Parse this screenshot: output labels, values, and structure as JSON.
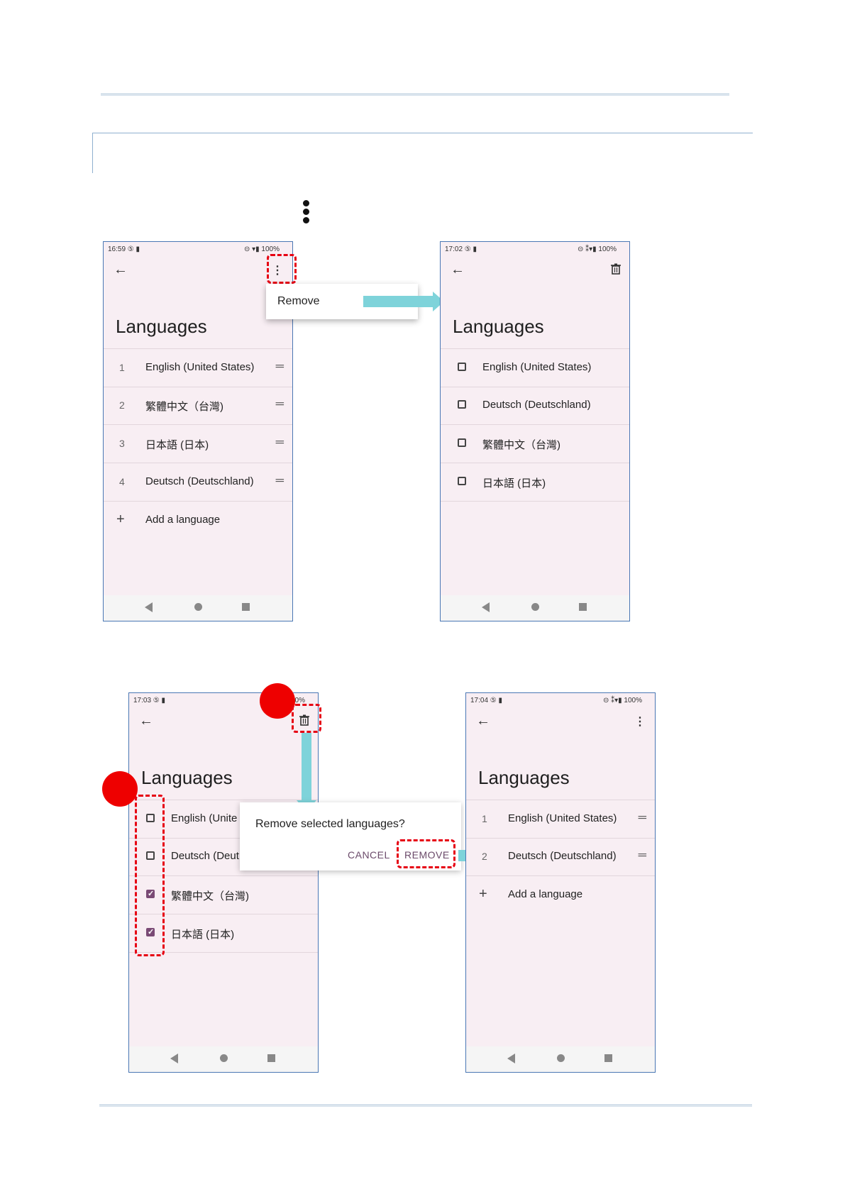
{
  "phones": [
    {
      "time": "16:59 ⑤ ▮",
      "status_right": "⊝ ▾▮ 100%",
      "top_icon": "⋮",
      "title": "Languages",
      "rows": [
        {
          "num": "1",
          "label": "English (United States)"
        },
        {
          "num": "2",
          "label": "繁體中文（台灣)"
        },
        {
          "num": "3",
          "label": "日本語 (日本)"
        },
        {
          "num": "4",
          "label": "Deutsch (Deutschland)"
        }
      ],
      "add_label": "Add a language",
      "popup_label": "Remove"
    },
    {
      "time": "17:02 ⑤ ▮",
      "status_right": "⊝ ⁑▾▮ 100%",
      "top_icon": "🗑",
      "title": "Languages",
      "rows": [
        {
          "label": "English (United States)"
        },
        {
          "label": "Deutsch (Deutschland)"
        },
        {
          "label": "繁體中文（台灣)"
        },
        {
          "label": "日本語 (日本)"
        }
      ]
    },
    {
      "time": "17:03 ⑤ ▮",
      "status_right": "0%",
      "top_icon": "🗑",
      "title": "Languages",
      "rows": [
        {
          "label": "English (Unite",
          "checked": false
        },
        {
          "label": "Deutsch (Deut",
          "checked": false
        },
        {
          "label": "繁體中文（台灣)",
          "checked": true
        },
        {
          "label": "日本語 (日本)",
          "checked": true
        }
      ],
      "dialog": {
        "question": "Remove selected languages?",
        "cancel": "CANCEL",
        "remove": "REMOVE"
      }
    },
    {
      "time": "17:04 ⑤ ▮",
      "status_right": "⊝ ⁑▾▮ 100%",
      "top_icon": "⋮",
      "title": "Languages",
      "rows": [
        {
          "num": "1",
          "label": "English (United States)"
        },
        {
          "num": "2",
          "label": "Deutsch (Deutschland)"
        }
      ],
      "add_label": "Add a language"
    }
  ],
  "colors": {
    "accent_red": "#e60012",
    "arrow": "#7ed3da",
    "phone_bg": "#f8eef3",
    "phone_border": "#4a77b4"
  }
}
